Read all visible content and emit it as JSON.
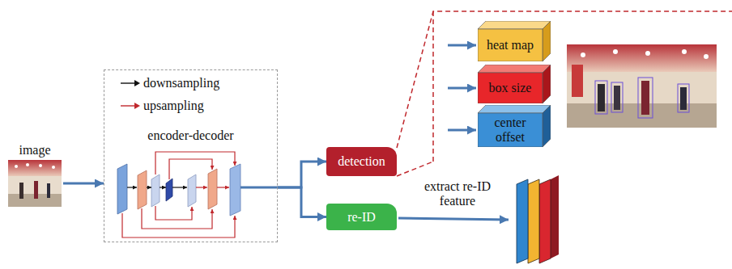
{
  "diagram": {
    "nodes": [
      {
        "text": [
          "image"
        ]
      },
      {
        "text": [
          "encoder-decoder"
        ]
      },
      {
        "text": [
          "detection"
        ]
      },
      {
        "text": [
          "re-ID"
        ]
      },
      {
        "text": [
          "heat map"
        ]
      },
      {
        "text": [
          "box size"
        ]
      },
      {
        "text": [
          "center offset"
        ]
      }
    ],
    "edges": [
      {
        "from": 0,
        "to": 1,
        "arrow": "to"
      },
      {
        "from": 1,
        "to": 2,
        "arrow": "to"
      },
      {
        "from": 1,
        "to": 3,
        "arrow": "to"
      }
    ],
    "labels": [
      "extract re-ID feature"
    ],
    "legend": [
      {
        "text": "downsampling"
      },
      {
        "text": "upsampling"
      }
    ]
  }
}
